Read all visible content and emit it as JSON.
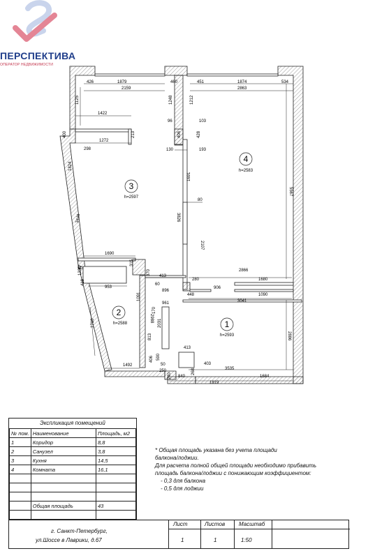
{
  "logo": {
    "name": "ПЕРСПЕКТИВА",
    "tagline": "ОПЕРАТОР НЕДВИЖИМОСТИ",
    "colors": {
      "blue": "#1f3d8a",
      "red": "#c2324a"
    }
  },
  "plan": {
    "rooms": [
      {
        "num": "1",
        "height": "h=2593"
      },
      {
        "num": "2",
        "height": "h=2588"
      },
      {
        "num": "3",
        "height": "h=2597"
      },
      {
        "num": "4",
        "height": "h=2583"
      }
    ],
    "dims": {
      "d426": "426",
      "d1879": "1879",
      "d460": "460",
      "d451": "451",
      "d1874": "1874",
      "d534": "534",
      "d2159": "2159",
      "d2863": "2863",
      "d1125": "1125",
      "d1248": "1248",
      "d1212": "1212",
      "d1422": "1422",
      "d400": "400",
      "d1272": "1272",
      "d213": "213",
      "d298": "298",
      "d96": "96",
      "d103": "103",
      "d406": "406",
      "d428": "428",
      "d130": "130",
      "d193": "193",
      "d1824": "1824",
      "d1691": "1691",
      "d80": "80",
      "d5567": "5567",
      "d3826": "3826",
      "d3446": "3446",
      "d1690": "1690",
      "d2107": "2107",
      "d1236": "1236",
      "d419": "419",
      "d953": "953",
      "d413": "413",
      "d2866": "2866",
      "d60": "60",
      "d896": "896",
      "d961": "961",
      "d280": "280",
      "d906": "906",
      "d1680": "1680",
      "d448": "448",
      "d3041": "3041",
      "d1090": "1090",
      "d2988": "2988",
      "d2031": "2031",
      "d813": "813",
      "d2886": "2886",
      "d1091": "1091",
      "d1710": "1710",
      "d1492": "1492",
      "d406b": "406",
      "d590": "590",
      "d403": "403",
      "d3535": "3535",
      "d840": "840",
      "d1684": "1684",
      "d1819": "1819",
      "d240": "240",
      "d268": "268",
      "d50": "50",
      "d250": "250",
      "d370": "370",
      "d315": "315",
      "d170": "170"
    }
  },
  "explication": {
    "title": "Экспликация помещений",
    "headers": [
      "№ пом.",
      "Наименование",
      "Площадь, м2"
    ],
    "rows": [
      {
        "num": "1",
        "name": "Коридор",
        "area": "8,8"
      },
      {
        "num": "2",
        "name": "Санузел",
        "area": "3,8"
      },
      {
        "num": "3",
        "name": "Кухня",
        "area": "14,5"
      },
      {
        "num": "4",
        "name": "Комната",
        "area": "16,1"
      }
    ],
    "total_label": "Общая площадь",
    "total_value": "43"
  },
  "notes": {
    "line1": "*   Общая площадь указана без учета площади",
    "line2": "балкона/лоджии.",
    "line3": "Для расчета полной общей площади необходимо прибавить",
    "line4": "площадь балкона/лоджии с понижающим коэффициентом:",
    "line5": "-    0,3 для балкона",
    "line6": "-    0,5 для лоджии"
  },
  "stamp": {
    "address_line1": "г. Санкт-Петербург,",
    "address_line2": "ул.Шоссе в Лаврики, д.67",
    "sheet_label": "Лист",
    "sheets_label": "Листов",
    "scale_label": "Масштаб",
    "sheet_value": "1",
    "sheets_value": "1",
    "scale_value": "1:50"
  }
}
